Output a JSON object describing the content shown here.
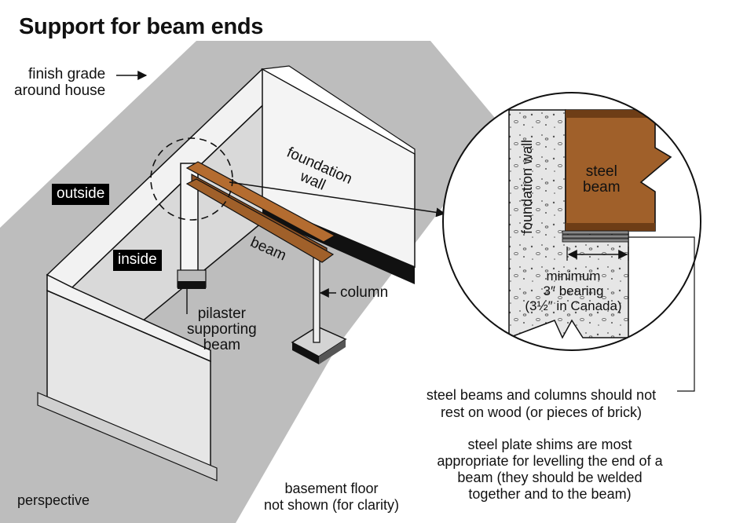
{
  "diagram": {
    "title": "Support for beam ends",
    "finish_grade_line1": "finish grade",
    "finish_grade_line2": "around house",
    "outside": "outside",
    "inside": "inside",
    "foundation_wall_line1": "foundation",
    "foundation_wall_line2": "wall",
    "beam": "beam",
    "column": "column",
    "pilaster_line1": "pilaster",
    "pilaster_line2": "supporting",
    "pilaster_line3": "beam",
    "detail_wall_label": "foundation wall",
    "steel_beam_line1": "steel",
    "steel_beam_line2": "beam",
    "bearing_line1": "minimum",
    "bearing_line2": "3″ bearing",
    "bearing_line3": "(3½″ in Canada)",
    "note1_line1": "steel beams and columns should not",
    "note1_line2": "rest on wood (or pieces of brick)",
    "note2_line1": "steel plate shims are most",
    "note2_line2": "appropriate for levelling the end of a",
    "note2_line3": "beam (they should be welded",
    "note2_line4": "together and to the beam)",
    "perspective": "perspective",
    "basement_line1": "basement floor",
    "basement_line2": "not shown (for clarity)"
  },
  "colors": {
    "grade": "#bdbdbd",
    "wall_inner": "#d9d9d9",
    "wall_top": "#f2f2f2",
    "wall_outside": "#e6e6e6",
    "steel": "#a0602a",
    "steel_dark": "#6e3d16",
    "outline": "#111111"
  },
  "icons": [
    "arrow-icon",
    "dashed-circle-icon"
  ]
}
